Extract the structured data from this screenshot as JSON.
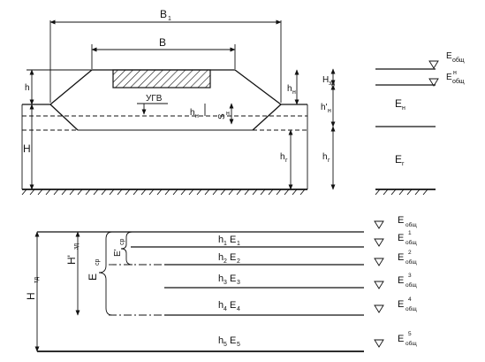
{
  "labels": {
    "B1": "B",
    "B1_sub": "1",
    "B": "B",
    "h": "h",
    "H": "H",
    "ugv": "УГВ",
    "hn_left": "h",
    "hn_left_sub": "н",
    "S": "S",
    "S_sub": "н",
    "hn_right": "h",
    "hn_right_sub": "н",
    "hr_mid": "h",
    "hr_mid_sub": "г",
    "hr_right": "h",
    "hr_right_sub": "г",
    "Hsd": "H",
    "Hsd_sub": "зд",
    "hn_prime": "h'",
    "hn_prime_sub": "н",
    "E_obsh": "E",
    "E_obsh_sub": "общ",
    "E_n_obsh": "E",
    "E_n_obsh_sup": "н",
    "E_n_obsh_sub": "общ",
    "E_n": "E",
    "E_n_sub": "н",
    "E_r": "E",
    "E_r_sub": "г",
    "Htd": "H",
    "Htd_sub": "тд",
    "Hsd_prime": "H'",
    "Hsd_prime_sub": "зд",
    "Ecp": "E",
    "Ecp_sub": "ср",
    "Ecp_prime": "E'",
    "Ecp_prime_sub": "ср"
  },
  "layers": [
    {
      "h": "h",
      "n": "1",
      "E": "E",
      "En": "1"
    },
    {
      "h": "h",
      "n": "2",
      "E": "E",
      "En": "2"
    },
    {
      "h": "h",
      "n": "3",
      "E": "E",
      "En": "3"
    },
    {
      "h": "h",
      "n": "4",
      "E": "E",
      "En": "4"
    },
    {
      "h": "h",
      "n": "5",
      "E": "E",
      "En": "5"
    }
  ],
  "modulus_markers": [
    {
      "E": "E",
      "sub": "общ",
      "sup": ""
    },
    {
      "E": "E",
      "sub": "общ",
      "sup": "1"
    },
    {
      "E": "E",
      "sub": "общ",
      "sup": "2"
    },
    {
      "E": "E",
      "sub": "общ",
      "sup": "3"
    },
    {
      "E": "E",
      "sub": "общ",
      "sup": "4"
    },
    {
      "E": "E",
      "sub": "общ",
      "sup": "5"
    }
  ]
}
